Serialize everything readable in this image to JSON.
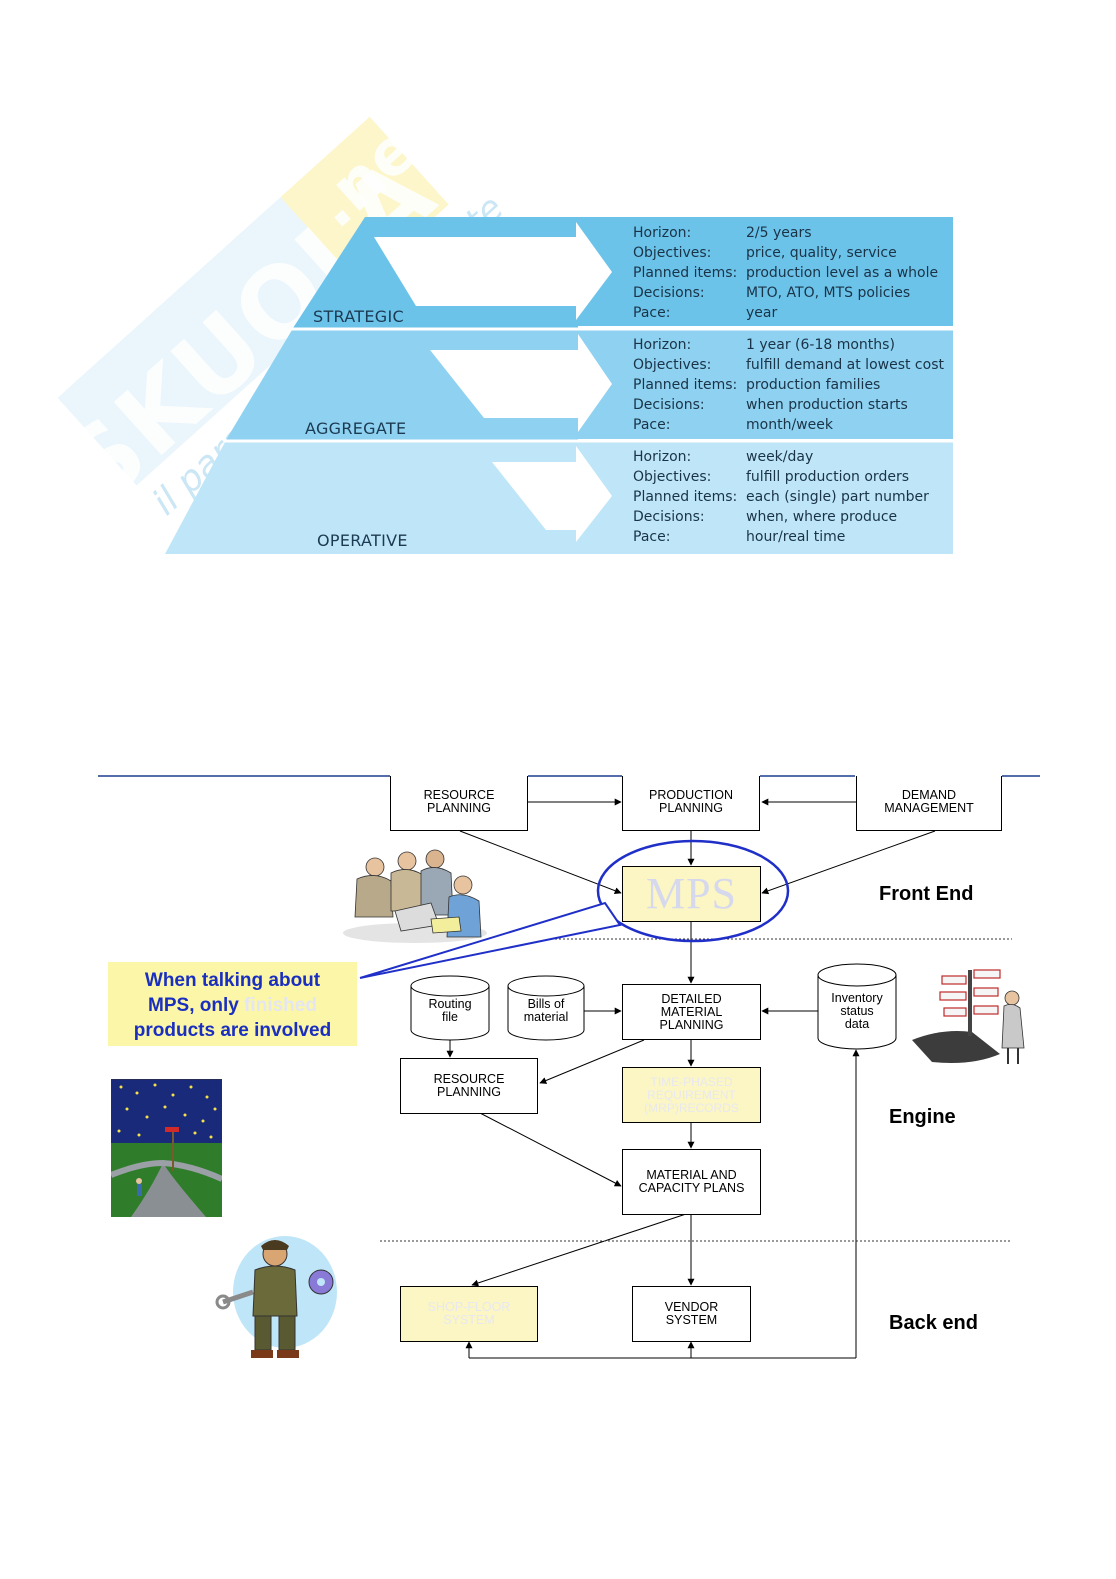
{
  "watermark": {
    "brand": "SKUOLA",
    "tld": ".net",
    "tagline": "il paradiso dello studente"
  },
  "pyramid": {
    "levels": [
      {
        "label": "STRATEGIC",
        "rows": [
          {
            "key": "Horizon:",
            "value": "2/5 years"
          },
          {
            "key": "Objectives:",
            "value": "price, quality, service"
          },
          {
            "key": "Planned items:",
            "value": "production level as a whole"
          },
          {
            "key": "Decisions:",
            "value": "MTO, ATO, MTS policies"
          },
          {
            "key": "Pace:",
            "value": "year"
          }
        ]
      },
      {
        "label": "AGGREGATE",
        "rows": [
          {
            "key": "Horizon:",
            "value": "1 year (6-18 months)"
          },
          {
            "key": "Objectives:",
            "value": "fulfill demand at lowest cost"
          },
          {
            "key": "Planned items:",
            "value": "production families"
          },
          {
            "key": "Decisions:",
            "value": "when production starts"
          },
          {
            "key": "Pace:",
            "value": "month/week"
          }
        ]
      },
      {
        "label": "OPERATIVE",
        "rows": [
          {
            "key": "Horizon:",
            "value": "week/day"
          },
          {
            "key": "Objectives:",
            "value": "fulfill production orders"
          },
          {
            "key": "Planned items:",
            "value": "each (single) part number"
          },
          {
            "key": "Decisions:",
            "value": "when, where produce"
          },
          {
            "key": "Pace:",
            "value": "hour/real time"
          }
        ]
      }
    ],
    "colors": {
      "strategic": "#6cc3ea",
      "aggregate": "#8ed1f0",
      "operative": "#bfe6f8",
      "line": "#ffffff"
    }
  },
  "flow": {
    "boxes": {
      "resource_planning_top": [
        "RESOURCE",
        "PLANNING"
      ],
      "production_planning": [
        "PRODUCTION",
        "PLANNING"
      ],
      "demand_management": [
        "DEMAND",
        "MANAGEMENT"
      ],
      "mps": "MPS",
      "detailed_material_planning": [
        "DETAILED",
        "MATERIAL",
        "PLANNING"
      ],
      "routing_file": [
        "Routing",
        "file"
      ],
      "bills_of_material": [
        "Bills of",
        "material"
      ],
      "inventory_status": [
        "Inventory",
        "status",
        "data"
      ],
      "resource_planning_mid": [
        "RESOURCE",
        "PLANNING"
      ],
      "time_phased": [
        "TIME-PHASED",
        "REQUIREMENT",
        "(MRP)RECORDS"
      ],
      "material_capacity": [
        "MATERIAL AND",
        "CAPACITY PLANS"
      ],
      "shop_floor": [
        "SHOP-FLOOR",
        "SYSTEM"
      ],
      "vendor_system": [
        "VENDOR",
        "SYSTEM"
      ]
    },
    "sections": {
      "front": "Front End",
      "engine": "Engine",
      "back": "Back end"
    },
    "callout": {
      "line1": "When talking about",
      "line2_a": "MPS, only ",
      "line2_b": "finished",
      "line3": "products are involved"
    },
    "colors": {
      "highlight": "#fbf6c4",
      "ellipse": "#1f2fc8",
      "callout_bg": "#fbf6a8",
      "callout_text": "#1a2fbf"
    }
  }
}
